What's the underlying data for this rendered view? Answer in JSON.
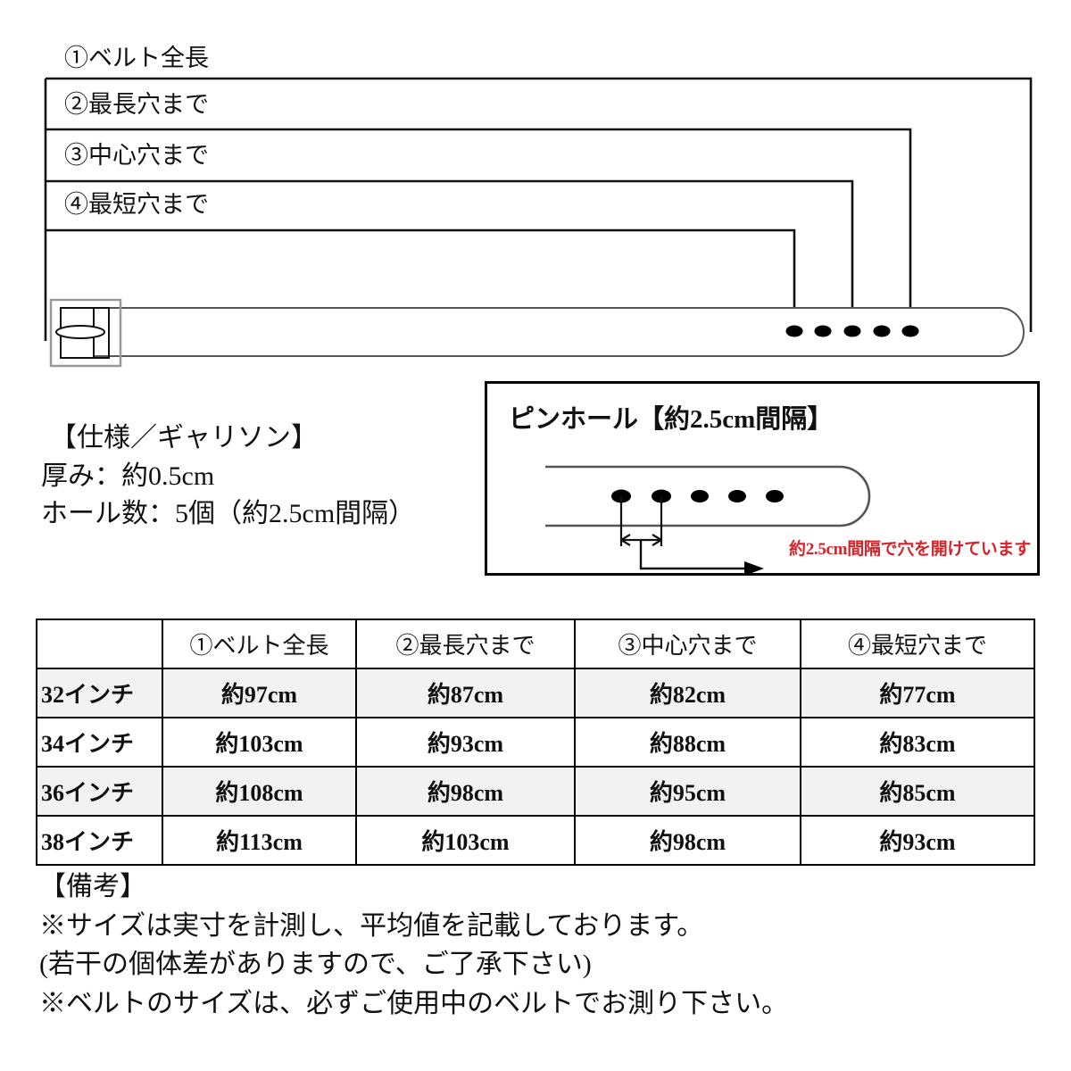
{
  "diagram": {
    "measure_labels": [
      {
        "id": "total-length",
        "text": "①ベルト全長"
      },
      {
        "id": "to-longest-hole",
        "text": "②最長穴まで"
      },
      {
        "id": "to-center-hole",
        "text": "③中心穴まで"
      },
      {
        "id": "to-shortest-hole",
        "text": "④最短穴まで"
      }
    ],
    "hole_count": 5
  },
  "spec": {
    "title": "【仕様／ギャリソン】",
    "thickness": "厚み：約0.5cm",
    "holes": "ホール数：5個（約2.5cm間隔）"
  },
  "pinbox": {
    "title": "ピンホール【約2.5cm間隔】",
    "note": "約2.5cm間隔で穴を開けています",
    "note_color": "#d8222a",
    "hole_count": 5
  },
  "table": {
    "headers": [
      "",
      "①ベルト全長",
      "②最長穴まで",
      "③中心穴まで",
      "④最短穴まで"
    ],
    "rows": [
      {
        "size": "32インチ",
        "values": [
          "約97cm",
          "約87cm",
          "約82cm",
          "約77cm"
        ]
      },
      {
        "size": "34インチ",
        "values": [
          "約103cm",
          "約93cm",
          "約88cm",
          "約83cm"
        ]
      },
      {
        "size": "36インチ",
        "values": [
          "約108cm",
          "約98cm",
          "約95cm",
          "約85cm"
        ]
      },
      {
        "size": "38インチ",
        "values": [
          "約113cm",
          "約103cm",
          "約98cm",
          "約93cm"
        ]
      }
    ]
  },
  "notes": {
    "title": "【備考】",
    "lines": [
      "※サイズは実寸を計測し、平均値を記載しております。",
      "(若干の個体差がありますので、ご了承下さい)",
      "※ベルトのサイズは、必ずご使用中のベルトでお測り下さい。"
    ]
  }
}
